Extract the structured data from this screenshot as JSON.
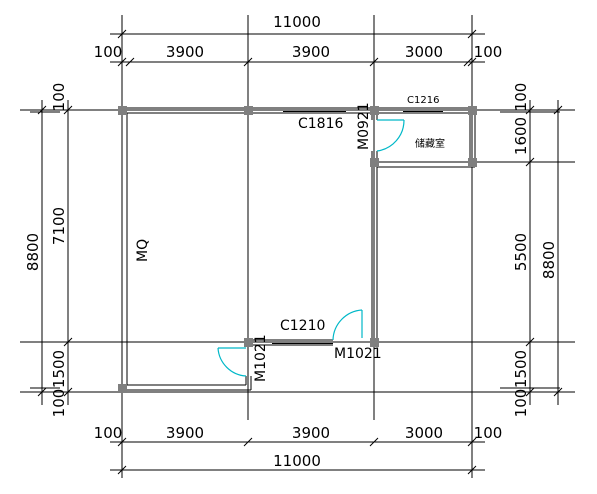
{
  "colors": {
    "line": "#000000",
    "door": "#00b8c8",
    "column": "#7f7f7f"
  },
  "dims_top": {
    "total": "11000",
    "edge_left": "100",
    "bay1": "3900",
    "bay2": "3900",
    "bay3": "3000",
    "edge_right": "100"
  },
  "dims_bottom": {
    "total": "11000",
    "edge_left": "100",
    "bay1": "3900",
    "bay2": "3900",
    "bay3": "3000",
    "edge_right": "100"
  },
  "dims_left": {
    "total": "8800",
    "edge_top": "100",
    "span1": "7100",
    "span2": "1500",
    "edge_bottom": "100"
  },
  "dims_right": {
    "total": "8800",
    "edge_top": "100",
    "span1": "1600",
    "span2": "5500",
    "span3": "1500",
    "edge_bottom": "100"
  },
  "labels": {
    "window_c1816": "C1816",
    "window_c1216": "C1216",
    "window_c1210": "C1210",
    "door_m0921": "M0921",
    "door_m1021_right": "M1021",
    "door_m1021_left": "M1021",
    "wall_mq": "MQ",
    "room_storage": "储藏室"
  }
}
